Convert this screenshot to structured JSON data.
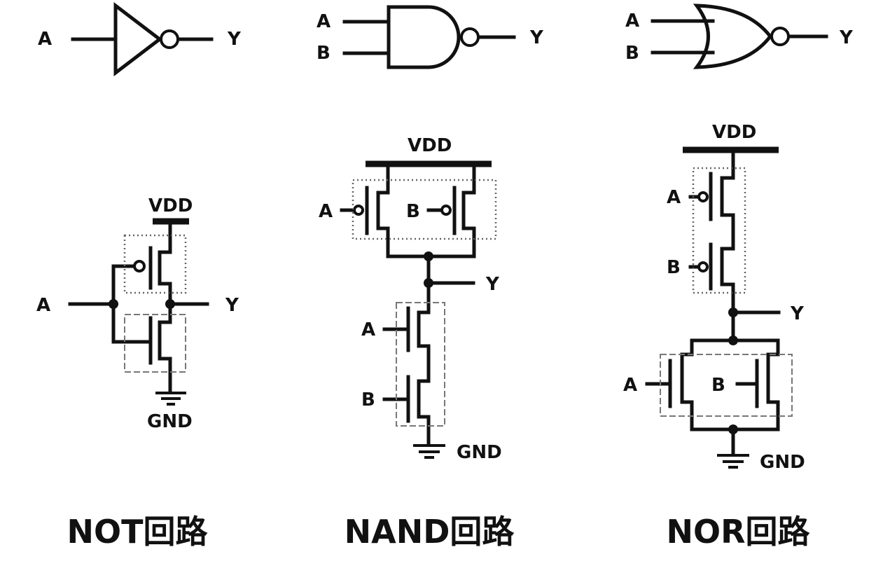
{
  "gates": {
    "not": {
      "in_a": "A",
      "out_y": "Y"
    },
    "nand": {
      "in_a": "A",
      "in_b": "B",
      "out_y": "Y"
    },
    "nor": {
      "in_a": "A",
      "in_b": "B",
      "out_y": "Y"
    }
  },
  "circuits": {
    "not": {
      "vdd": "VDD",
      "gnd": "GND",
      "in_a": "A",
      "out_y": "Y",
      "title": "NOT回路"
    },
    "nand": {
      "vdd": "VDD",
      "gnd": "GND",
      "in_a": "A",
      "in_b": "B",
      "pull_down_a": "A",
      "pull_down_b": "B",
      "out_y": "Y",
      "title": "NAND回路"
    },
    "nor": {
      "vdd": "VDD",
      "gnd": "GND",
      "pull_up_a": "A",
      "pull_up_b": "B",
      "pull_down_a": "A",
      "pull_down_b": "B",
      "out_y": "Y",
      "title": "NOR回路"
    }
  }
}
